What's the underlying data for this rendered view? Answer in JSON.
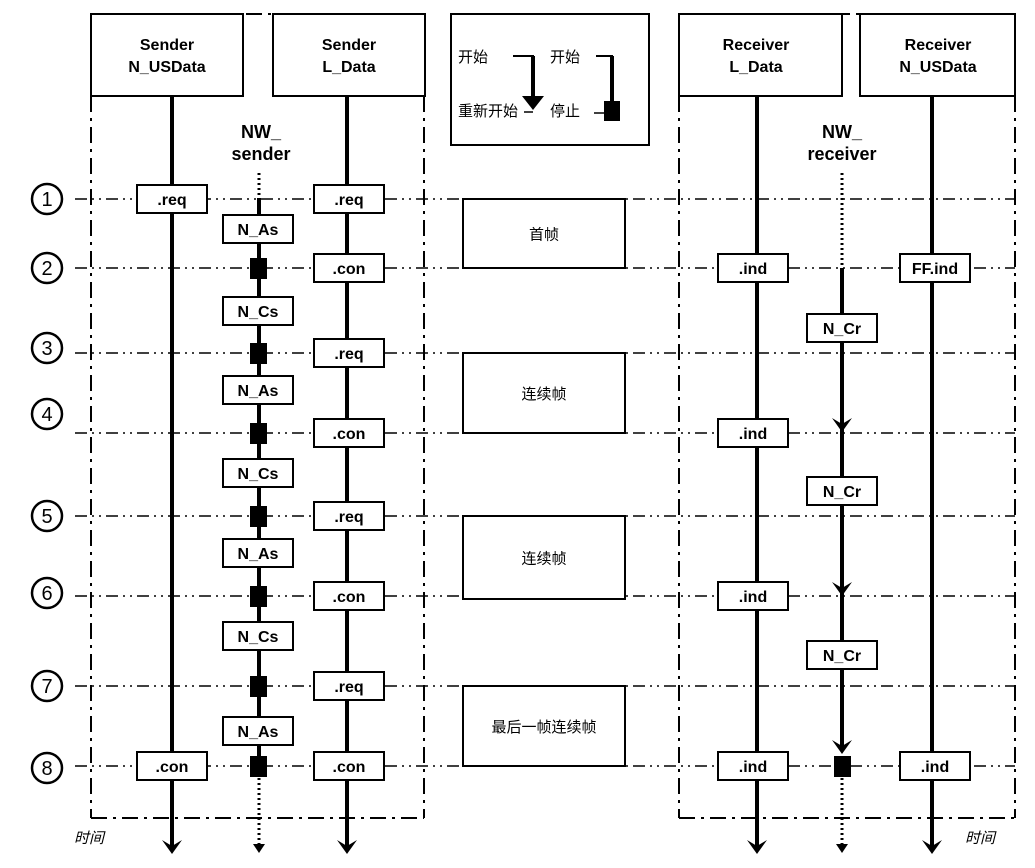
{
  "lanes": {
    "sender_nusdata": "Sender\nN_USData",
    "sender_ldata": "Sender\nL_Data",
    "receiver_ldata": "Receiver\nL_Data",
    "receiver_nusdata": "Receiver\nN_USData",
    "nw_sender": "NW_\nsender",
    "nw_receiver": "NW_\nreceiver"
  },
  "legend": {
    "start_label_1": "开始",
    "restart_label": "重新开始",
    "start_label_2": "开始",
    "stop_label": "停止"
  },
  "steps": [
    "1",
    "2",
    "3",
    "4",
    "5",
    "6",
    "7",
    "8"
  ],
  "frames": {
    "first_frame": "首帧",
    "consecutive_frame_1": "连续帧",
    "consecutive_frame_2": "连续帧",
    "last_consecutive_frame": "最后一帧连续帧"
  },
  "sender_nusdata_events": {
    "step1": ".req",
    "step8": ".con"
  },
  "sender_ldata_events": {
    "step1": ".req",
    "step2": ".con",
    "step3": ".req",
    "step4": ".con",
    "step5": ".req",
    "step6": ".con",
    "step7": ".req",
    "step8": ".con"
  },
  "nw_sender_timers": [
    "N_As",
    "N_Cs",
    "N_As",
    "N_Cs",
    "N_As",
    "N_Cs",
    "N_As"
  ],
  "receiver_ldata_events": {
    "step2": ".ind",
    "step4": ".ind",
    "step6": ".ind",
    "step8": ".ind"
  },
  "nw_receiver_timers": [
    "N_Cr",
    "N_Cr",
    "N_Cr"
  ],
  "receiver_nusdata_events": {
    "step2": "FF.ind",
    "step8": ".ind"
  },
  "time_label_left": "时间",
  "time_label_right": "时间"
}
